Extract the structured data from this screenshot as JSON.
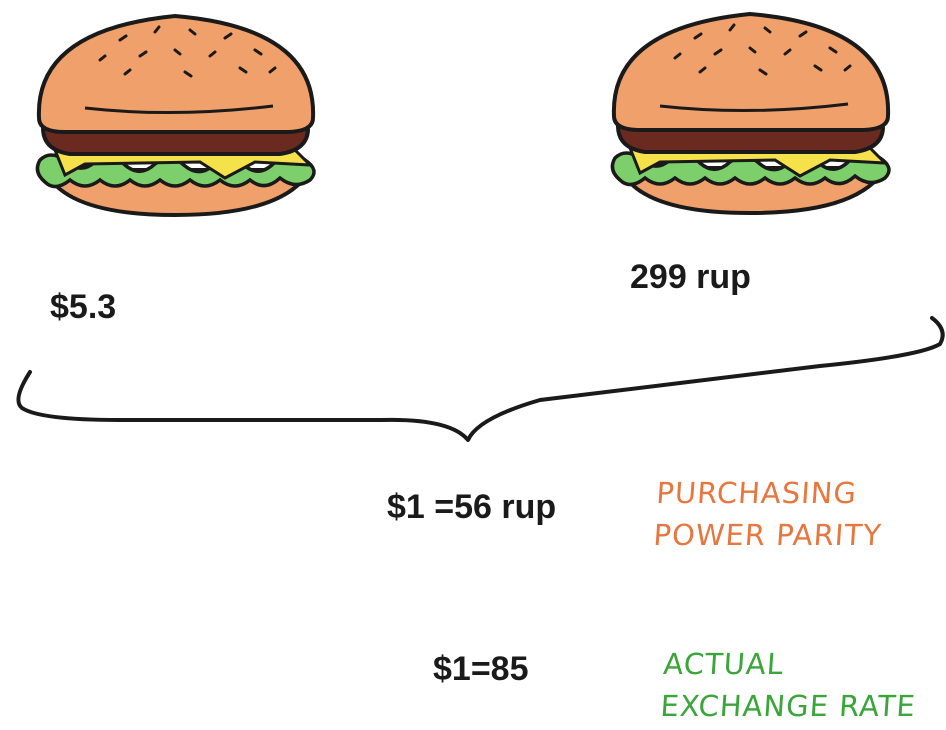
{
  "left_item": {
    "icon": "hamburger-icon",
    "price": "$5.3"
  },
  "right_item": {
    "icon": "hamburger-icon",
    "price": "299 rup"
  },
  "ppp": {
    "rate": "$1 =56 rup",
    "label_line1": "PURCHASING",
    "label_line2": "POWER PARITY",
    "color": "#e8773f"
  },
  "actual": {
    "rate": "$1=85",
    "label_line1": "ACTUAL",
    "label_line2": "EXCHANGE RATE",
    "color": "#3aa63a"
  },
  "colors": {
    "bun": "#f0a06a",
    "patty": "#6b2a20",
    "lettuce": "#7ccf6a",
    "cheese": "#f5e24a"
  }
}
